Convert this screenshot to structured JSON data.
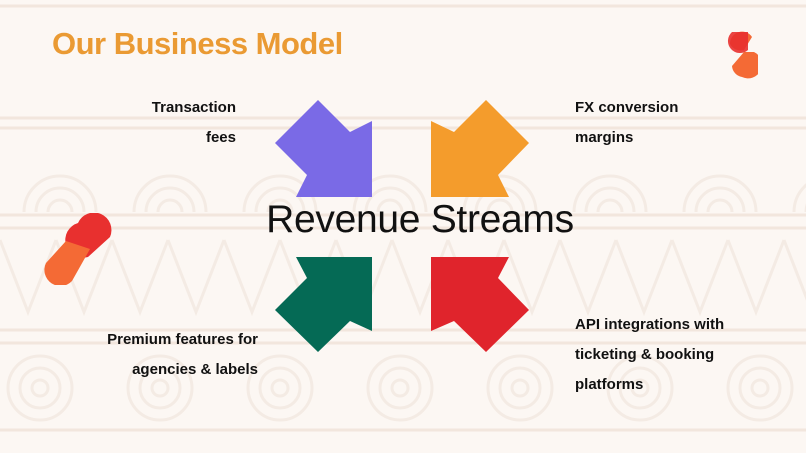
{
  "slide": {
    "title": "Our Business Model",
    "center_label": "Revenue Streams"
  },
  "streams": [
    {
      "id": "transaction",
      "lines": [
        "Transaction",
        "fees"
      ],
      "arrow_color": "#7a6ae6",
      "position": "top-left"
    },
    {
      "id": "fx",
      "lines": [
        "FX conversion",
        "margins"
      ],
      "arrow_color": "#f49c2c",
      "position": "top-right"
    },
    {
      "id": "premium",
      "lines": [
        "Premium features for",
        "agencies & labels"
      ],
      "arrow_color": "#056a55",
      "position": "bottom-left"
    },
    {
      "id": "api",
      "lines": [
        "API integrations with",
        "ticketing & booking",
        "platforms"
      ],
      "arrow_color": "#e0242c",
      "position": "bottom-right"
    }
  ],
  "colors": {
    "title": "#ea9a33",
    "logo_red": "#e8302f",
    "logo_orange": "#f46a35",
    "background": "#fcf7f3"
  },
  "icons": [
    "logo-mark-icon",
    "arrow-icon"
  ]
}
